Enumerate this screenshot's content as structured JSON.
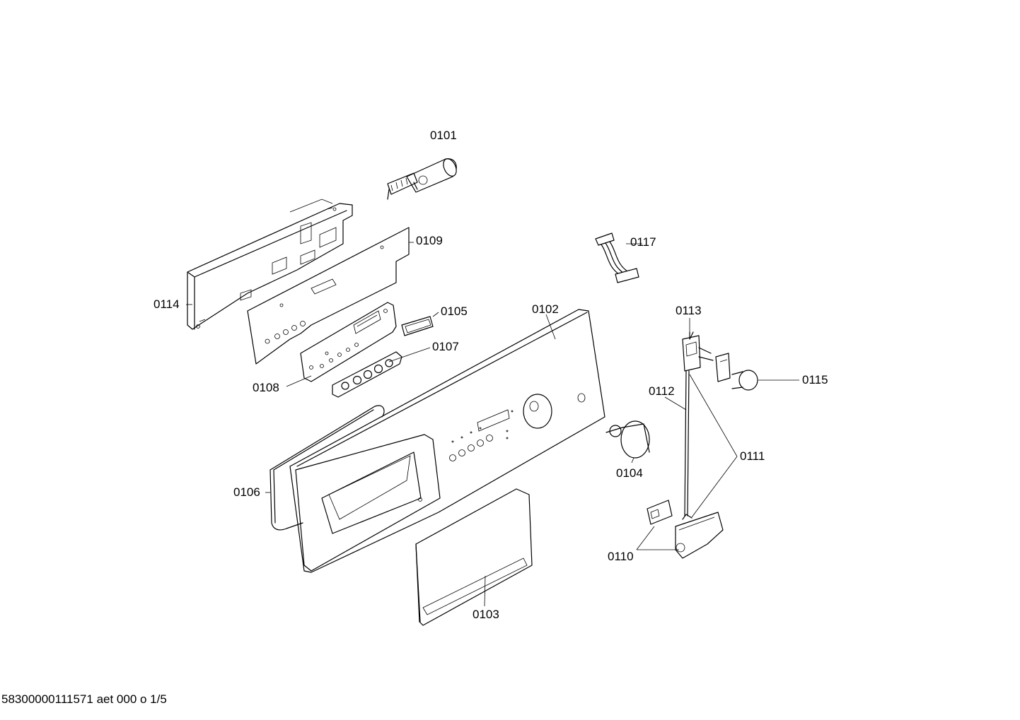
{
  "diagram": {
    "labels": {
      "p0101": "0101",
      "p0102": "0102",
      "p0103": "0103",
      "p0104": "0104",
      "p0105": "0105",
      "p0106": "0106",
      "p0107": "0107",
      "p0108": "0108",
      "p0109": "0109",
      "p0110": "0110",
      "p0111": "0111",
      "p0112": "0112",
      "p0113": "0113",
      "p0114": "0114",
      "p0115": "0115",
      "p0117": "0117"
    },
    "footer": "58300000111571 aet 000 o 1/5"
  }
}
